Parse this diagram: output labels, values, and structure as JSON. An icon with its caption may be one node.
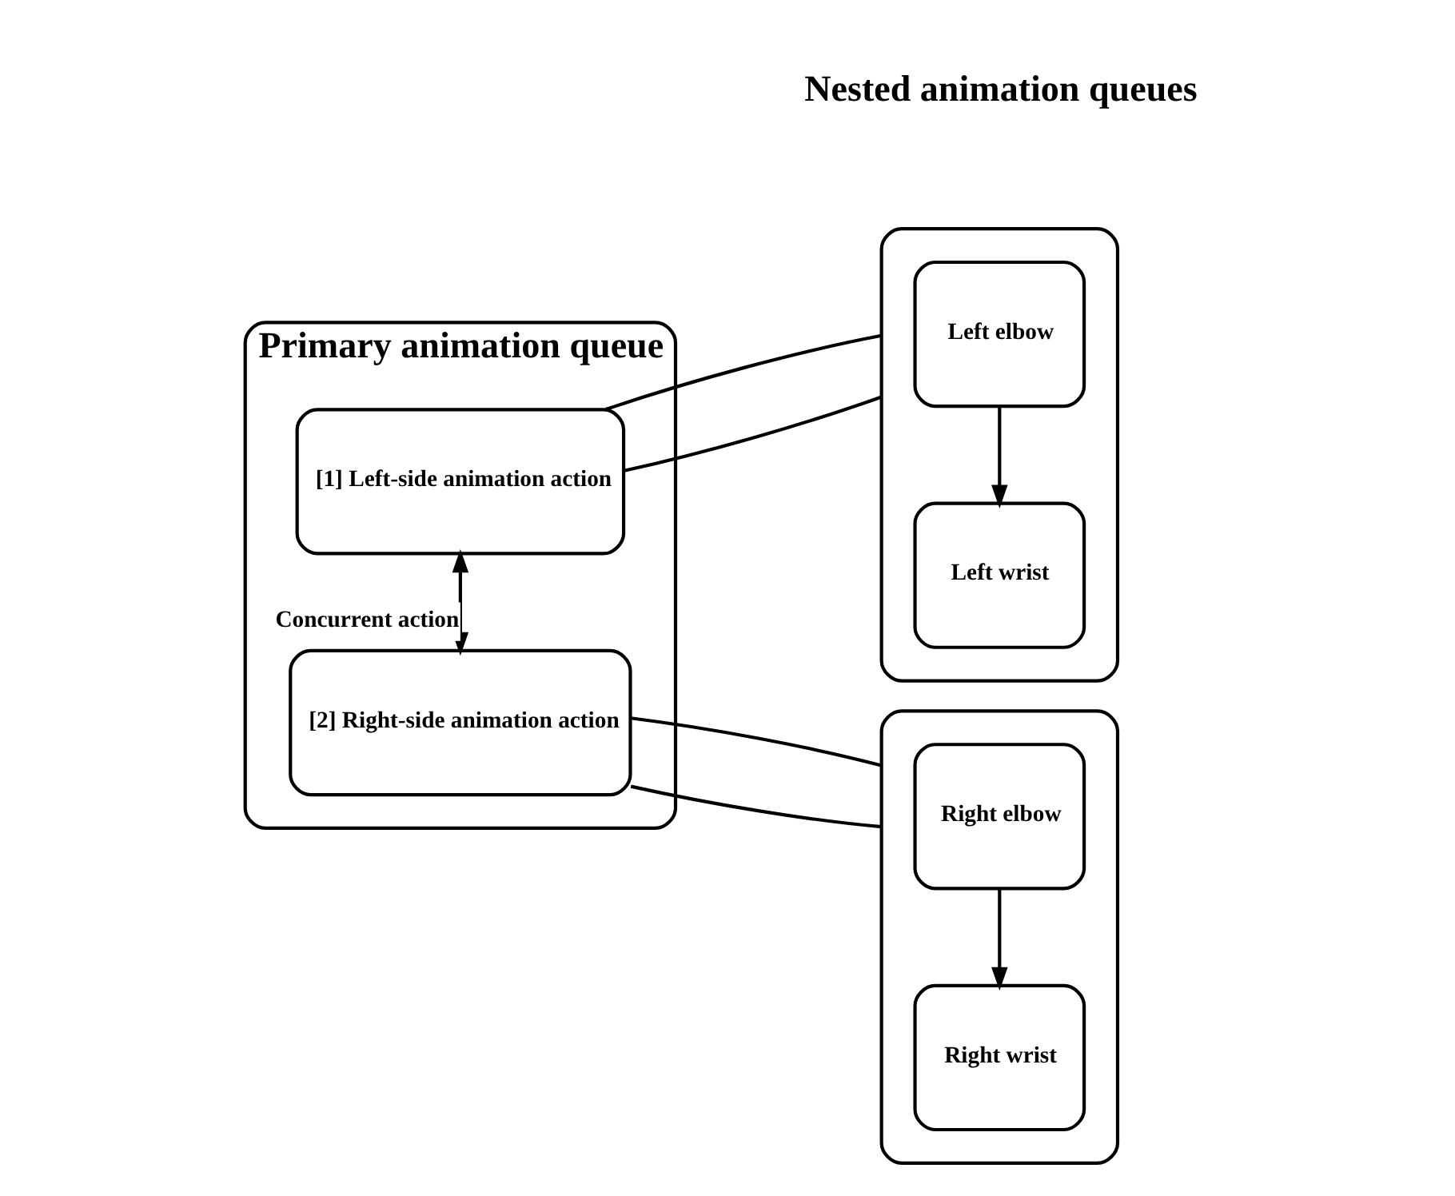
{
  "diagram": {
    "nodes": [
      {
        "text": [
          "Primary animation queue"
        ]
      },
      {
        "text": [
          "[1] Left-side animation action"
        ],
        "in": 0
      },
      {
        "text": [
          "[2] Right-side animation action"
        ],
        "in": 0
      },
      {
        "text": [],
        "shape": "box"
      },
      {
        "text": [
          "Left elbow"
        ],
        "in": 3
      },
      {
        "text": [
          "Left wrist"
        ],
        "in": 3
      },
      {
        "text": [],
        "shape": "box"
      },
      {
        "text": [
          "Right elbow"
        ],
        "in": 6
      },
      {
        "text": [
          "Right wrist"
        ],
        "in": 6
      }
    ],
    "edges": [
      {
        "from": 1,
        "to": 2,
        "arrow": "both",
        "label": "Concurrent action"
      },
      {
        "from": 4,
        "to": 5,
        "arrow": "to"
      },
      {
        "from": 7,
        "to": 8,
        "arrow": "to"
      },
      {
        "from": 1,
        "to": 3,
        "arrow": "none"
      },
      {
        "from": 1,
        "to": 3,
        "arrow": "none"
      },
      {
        "from": 2,
        "to": 6,
        "arrow": "none"
      },
      {
        "from": 2,
        "to": 6,
        "arrow": "none"
      }
    ],
    "labels": [
      "Nested animation queues"
    ]
  }
}
